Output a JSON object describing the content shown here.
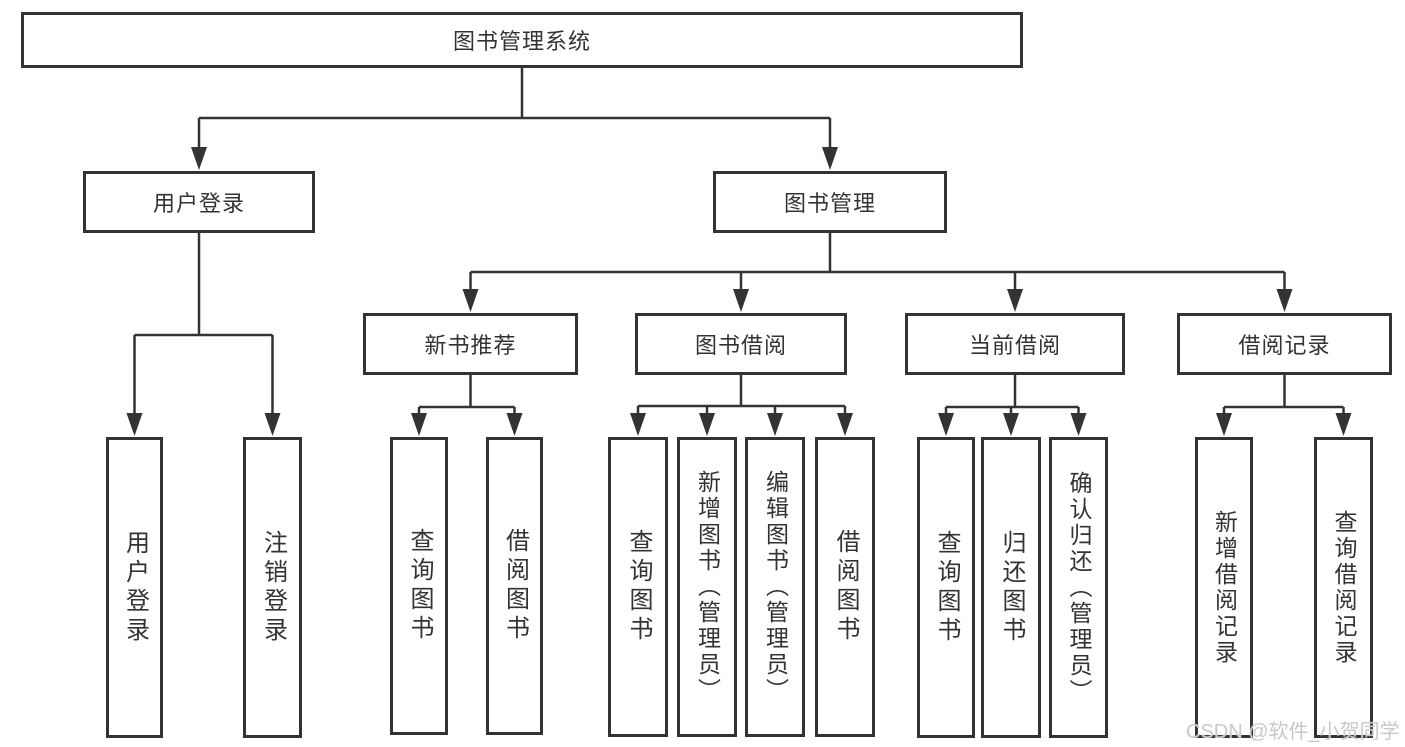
{
  "diagram": {
    "root": {
      "label": "图书管理系统"
    },
    "level2": [
      {
        "label": "用户登录",
        "children": [
          {
            "label": "用户登录"
          },
          {
            "label": "注销登录"
          }
        ]
      },
      {
        "label": "图书管理",
        "children": [
          {
            "label": "新书推荐",
            "children": [
              {
                "label": "查询图书"
              },
              {
                "label": "借阅图书"
              }
            ]
          },
          {
            "label": "图书借阅",
            "children": [
              {
                "label": "查询图书"
              },
              {
                "label": "新增图书（管理员）"
              },
              {
                "label": "编辑图书（管理员）"
              },
              {
                "label": "借阅图书"
              }
            ]
          },
          {
            "label": "当前借阅",
            "children": [
              {
                "label": "查询图书"
              },
              {
                "label": "归还图书"
              },
              {
                "label": "确认归还（管理员）"
              }
            ]
          },
          {
            "label": "借阅记录",
            "children": [
              {
                "label": "新增借阅记录"
              },
              {
                "label": "查询借阅记录"
              }
            ]
          }
        ]
      }
    ],
    "watermark": "CSDN @软件_小贺同学",
    "colors": {
      "line": "#333333",
      "node_border": "#333333",
      "text": "#333333",
      "background": "#ffffff",
      "watermark": "#c8c8c8"
    }
  }
}
